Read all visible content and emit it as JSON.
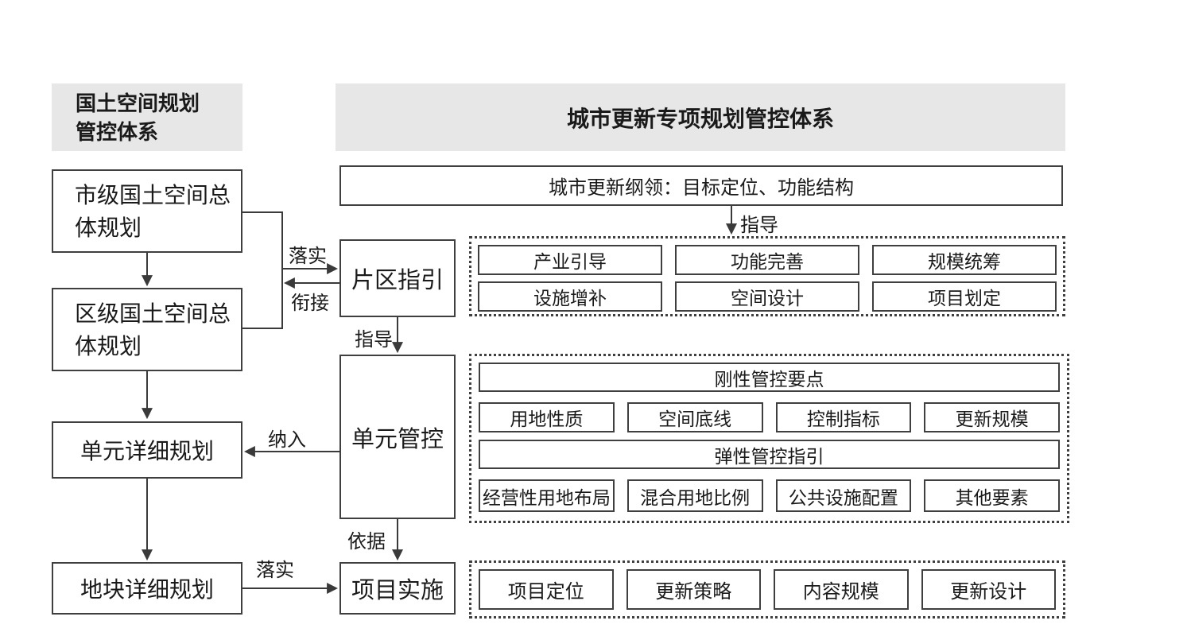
{
  "left_system": {
    "header_line1": "国土空间规划",
    "header_line2": "管控体系",
    "boxes": [
      "市级国土空间总体规划",
      "区级国土空间总体规划",
      "单元详细规划",
      "地块详细规划"
    ]
  },
  "middle_flow": {
    "boxes": [
      "片区指引",
      "单元管控",
      "项目实施"
    ]
  },
  "right_system": {
    "header": "城市更新专项规划管控体系",
    "program_box": "城市更新纲领：目标定位、功能结构",
    "guidance_group": [
      "产业引导",
      "功能完善",
      "规模统筹",
      "设施增补",
      "空间设计",
      "项目划定"
    ],
    "unit_group": {
      "rigid_title": "刚性管控要点",
      "rigid_items": [
        "用地性质",
        "空间底线",
        "控制指标",
        "更新规模"
      ],
      "flexible_title": "弹性管控指引",
      "flexible_items": [
        "经营性用地布局",
        "混合用地比例",
        "公共设施配置",
        "其他要素"
      ]
    },
    "project_group": [
      "项目定位",
      "更新策略",
      "内容规模",
      "更新设计"
    ]
  },
  "edge_labels": {
    "implement_top": "落实",
    "connect": "衔接",
    "guide_mid": "指导",
    "guide_right": "指导",
    "incorporate": "纳入",
    "basis": "依据",
    "implement_bottom": "落实"
  },
  "colors": {
    "header_bg": "#e7e7e7",
    "line": "#3a3a3a",
    "box_border": "#3f3f3f",
    "background": "#ffffff"
  }
}
